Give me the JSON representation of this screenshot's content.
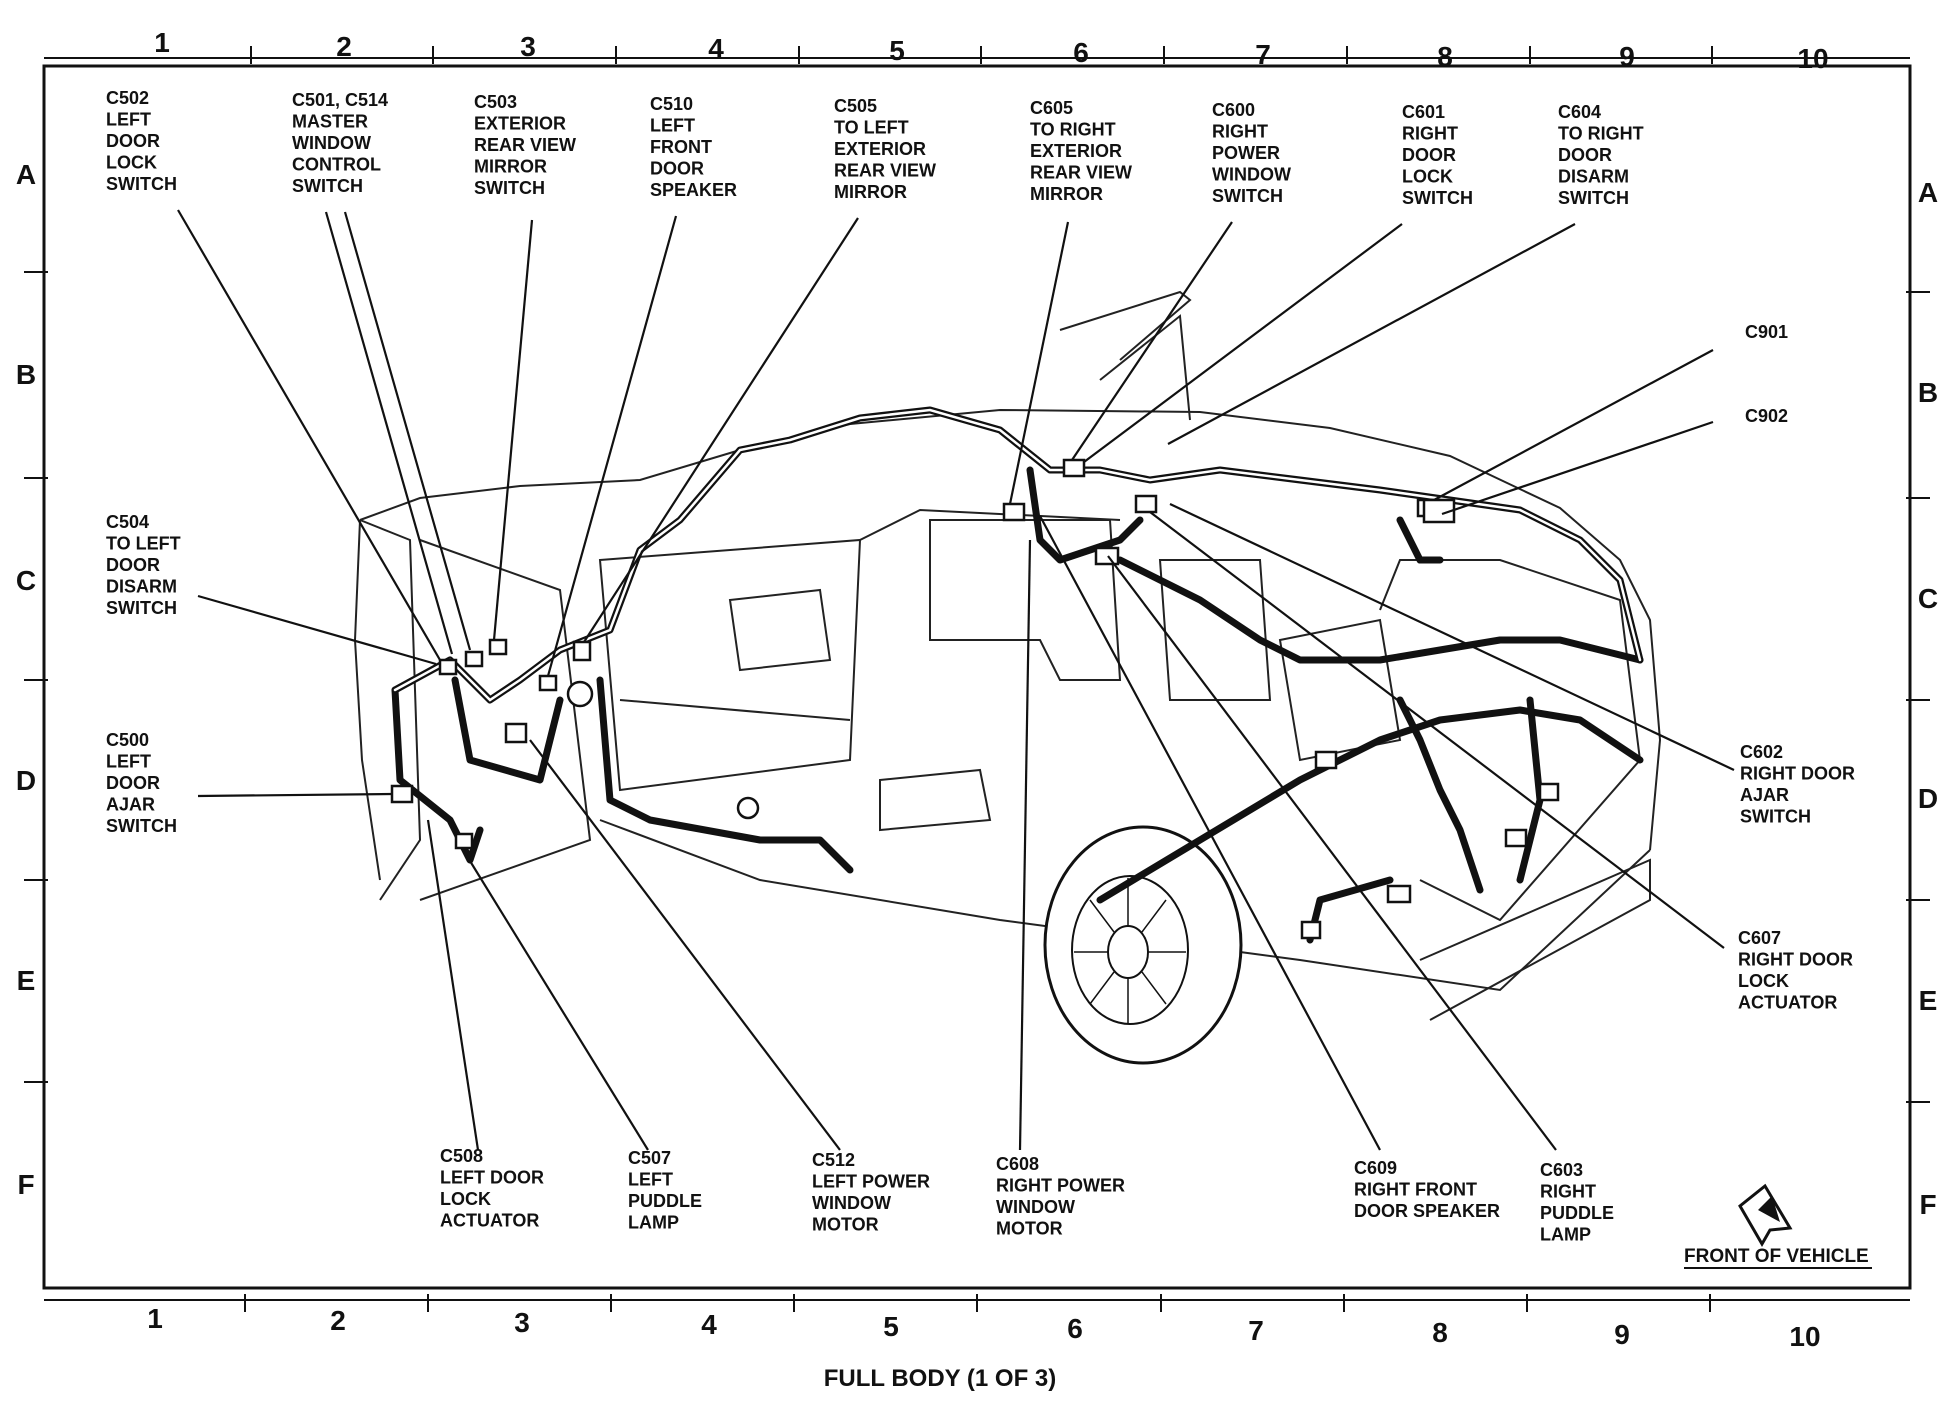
{
  "caption": "FULL BODY (1 OF 3)",
  "front_of_vehicle": "FRONT OF VEHICLE",
  "grid": {
    "columns": [
      "1",
      "2",
      "3",
      "4",
      "5",
      "6",
      "7",
      "8",
      "9",
      "10"
    ],
    "rows": [
      "A",
      "B",
      "C",
      "D",
      "E",
      "F"
    ]
  },
  "callouts": [
    {
      "id": "c502",
      "lines": [
        "C502",
        "LEFT",
        "DOOR",
        "LOCK",
        "SWITCH"
      ]
    },
    {
      "id": "c501",
      "lines": [
        "C501, C514",
        "MASTER",
        "WINDOW",
        "CONTROL",
        "SWITCH"
      ]
    },
    {
      "id": "c503",
      "lines": [
        "C503",
        "EXTERIOR",
        "REAR VIEW",
        "MIRROR",
        "SWITCH"
      ]
    },
    {
      "id": "c510",
      "lines": [
        "C510",
        "LEFT",
        "FRONT",
        "DOOR",
        "SPEAKER"
      ]
    },
    {
      "id": "c505",
      "lines": [
        "C505",
        "TO LEFT",
        "EXTERIOR",
        "REAR VIEW",
        "MIRROR"
      ]
    },
    {
      "id": "c605",
      "lines": [
        "C605",
        "TO RIGHT",
        "EXTERIOR",
        "REAR VIEW",
        "MIRROR"
      ]
    },
    {
      "id": "c600",
      "lines": [
        "C600",
        "RIGHT",
        "POWER",
        "WINDOW",
        "SWITCH"
      ]
    },
    {
      "id": "c601",
      "lines": [
        "C601",
        "RIGHT",
        "DOOR",
        "LOCK",
        "SWITCH"
      ]
    },
    {
      "id": "c604",
      "lines": [
        "C604",
        "TO RIGHT",
        "DOOR",
        "DISARM",
        "SWITCH"
      ]
    },
    {
      "id": "c901",
      "lines": [
        "C901"
      ]
    },
    {
      "id": "c902",
      "lines": [
        "C902"
      ]
    },
    {
      "id": "c504",
      "lines": [
        "C504",
        "TO LEFT",
        "DOOR",
        "DISARM",
        "SWITCH"
      ]
    },
    {
      "id": "c500",
      "lines": [
        "C500",
        "LEFT",
        "DOOR",
        "AJAR",
        "SWITCH"
      ]
    },
    {
      "id": "c602",
      "lines": [
        "C602",
        "RIGHT DOOR",
        "AJAR",
        "SWITCH"
      ]
    },
    {
      "id": "c607",
      "lines": [
        "C607",
        "RIGHT DOOR",
        "LOCK",
        "ACTUATOR"
      ]
    },
    {
      "id": "c508",
      "lines": [
        "C508",
        "LEFT DOOR",
        "LOCK",
        "ACTUATOR"
      ]
    },
    {
      "id": "c507",
      "lines": [
        "C507",
        "LEFT",
        "PUDDLE",
        "LAMP"
      ]
    },
    {
      "id": "c512",
      "lines": [
        "C512",
        "LEFT POWER",
        "WINDOW",
        "MOTOR"
      ]
    },
    {
      "id": "c608",
      "lines": [
        "C608",
        "RIGHT POWER",
        "WINDOW",
        "MOTOR"
      ]
    },
    {
      "id": "c609",
      "lines": [
        "C609",
        "RIGHT FRONT",
        "DOOR SPEAKER"
      ]
    },
    {
      "id": "c603",
      "lines": [
        "C603",
        "RIGHT",
        "PUDDLE",
        "LAMP"
      ]
    }
  ]
}
